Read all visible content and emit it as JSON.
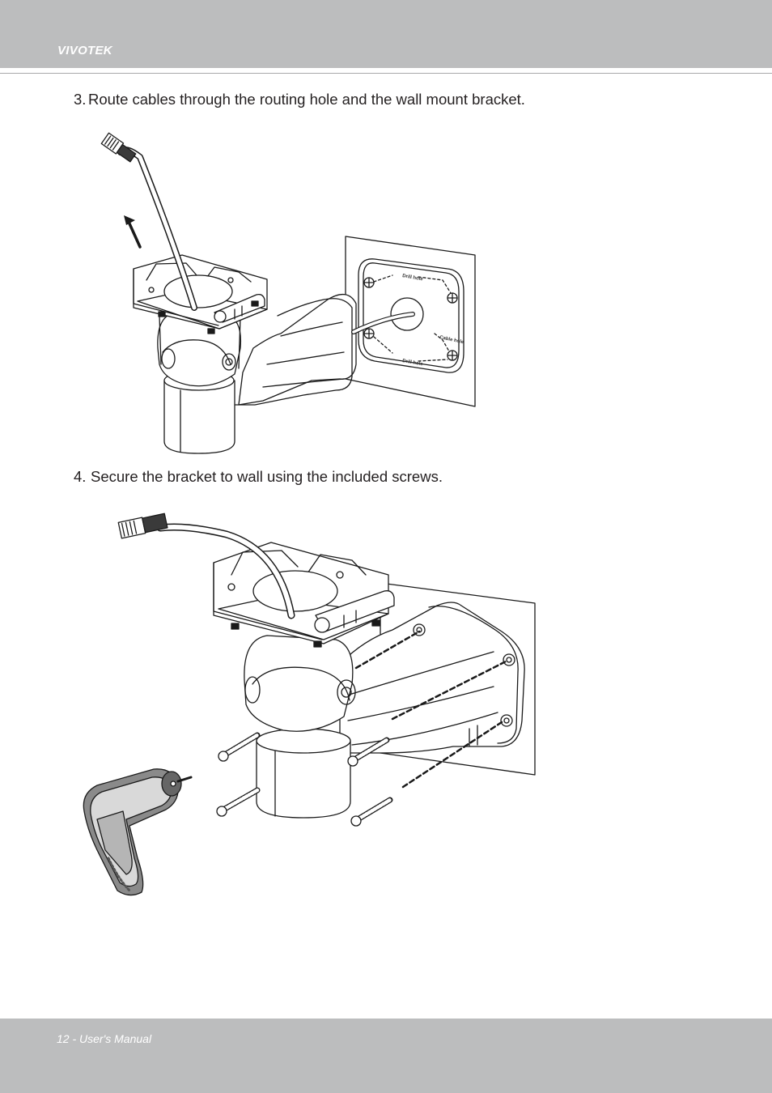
{
  "header": {
    "brand": "VIVOTEK"
  },
  "steps": [
    {
      "number": "3.",
      "text": "Route cables through the routing hole and the wall mount bracket."
    },
    {
      "number": "4.",
      "text": "Secure the bracket to wall using the included screws."
    }
  ],
  "figure1": {
    "labels": {
      "drill_hole_top": "Drill hole",
      "cable_hole": "Cable hole",
      "drill_hole_bottom": "Drill hole"
    }
  },
  "footer": {
    "page": "12 - User's Manual"
  }
}
